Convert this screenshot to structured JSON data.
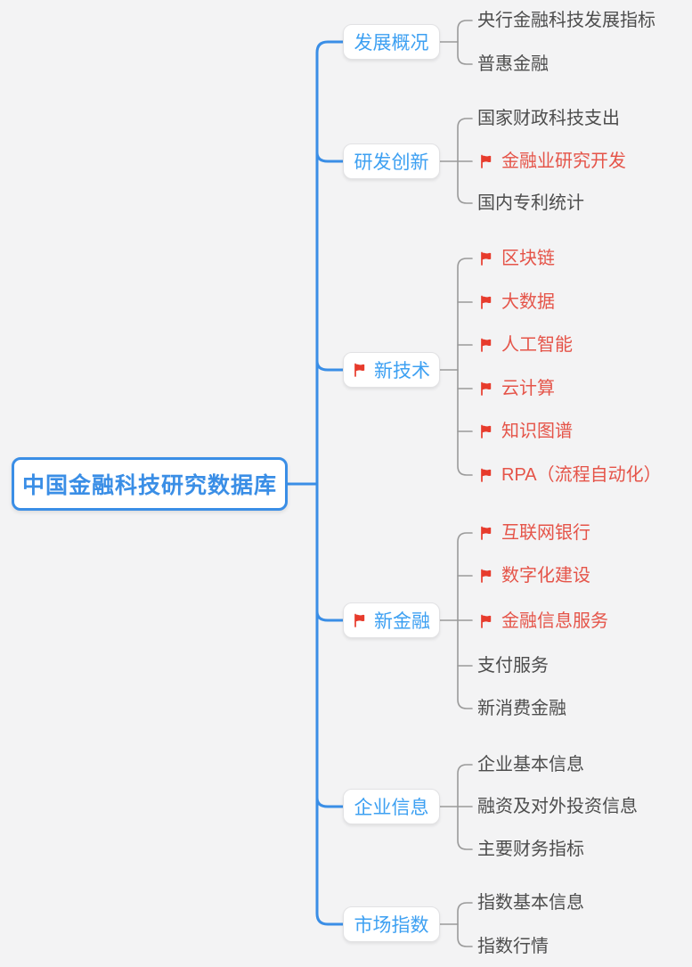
{
  "root": {
    "label": "中国金融科技研究数据库"
  },
  "branches": [
    {
      "label": "发展概况",
      "flag": false,
      "children": [
        {
          "label": "央行金融科技发展指标",
          "flag": false
        },
        {
          "label": "普惠金融",
          "flag": false
        }
      ]
    },
    {
      "label": "研发创新",
      "flag": false,
      "children": [
        {
          "label": "国家财政科技支出",
          "flag": false
        },
        {
          "label": "金融业研究开发",
          "flag": true
        },
        {
          "label": "国内专利统计",
          "flag": false
        }
      ]
    },
    {
      "label": "新技术",
      "flag": true,
      "children": [
        {
          "label": "区块链",
          "flag": true
        },
        {
          "label": "大数据",
          "flag": true
        },
        {
          "label": "人工智能",
          "flag": true
        },
        {
          "label": "云计算",
          "flag": true
        },
        {
          "label": "知识图谱",
          "flag": true
        },
        {
          "label": "RPA（流程自动化）",
          "flag": true
        }
      ]
    },
    {
      "label": "新金融",
      "flag": true,
      "children": [
        {
          "label": "互联网银行",
          "flag": true
        },
        {
          "label": "数字化建设",
          "flag": true
        },
        {
          "label": "金融信息服务",
          "flag": true
        },
        {
          "label": "支付服务",
          "flag": false
        },
        {
          "label": "新消费金融",
          "flag": false
        }
      ]
    },
    {
      "label": "企业信息",
      "flag": false,
      "children": [
        {
          "label": "企业基本信息",
          "flag": false
        },
        {
          "label": "融资及对外投资信息",
          "flag": false
        },
        {
          "label": "主要财务指标",
          "flag": false
        }
      ]
    },
    {
      "label": "市场指数",
      "flag": false,
      "children": [
        {
          "label": "指数基本信息",
          "flag": false
        },
        {
          "label": "指数行情",
          "flag": false
        }
      ]
    }
  ],
  "colors": {
    "accent_blue": "#3a8ee6",
    "branch_text_blue": "#3da0f2",
    "flag_red": "#e73b2c",
    "leaf_red_text": "#e55449",
    "leaf_dark_text": "#4d4d4d",
    "connector_gray": "#9a9a9a",
    "background": "#f3f3f4"
  }
}
